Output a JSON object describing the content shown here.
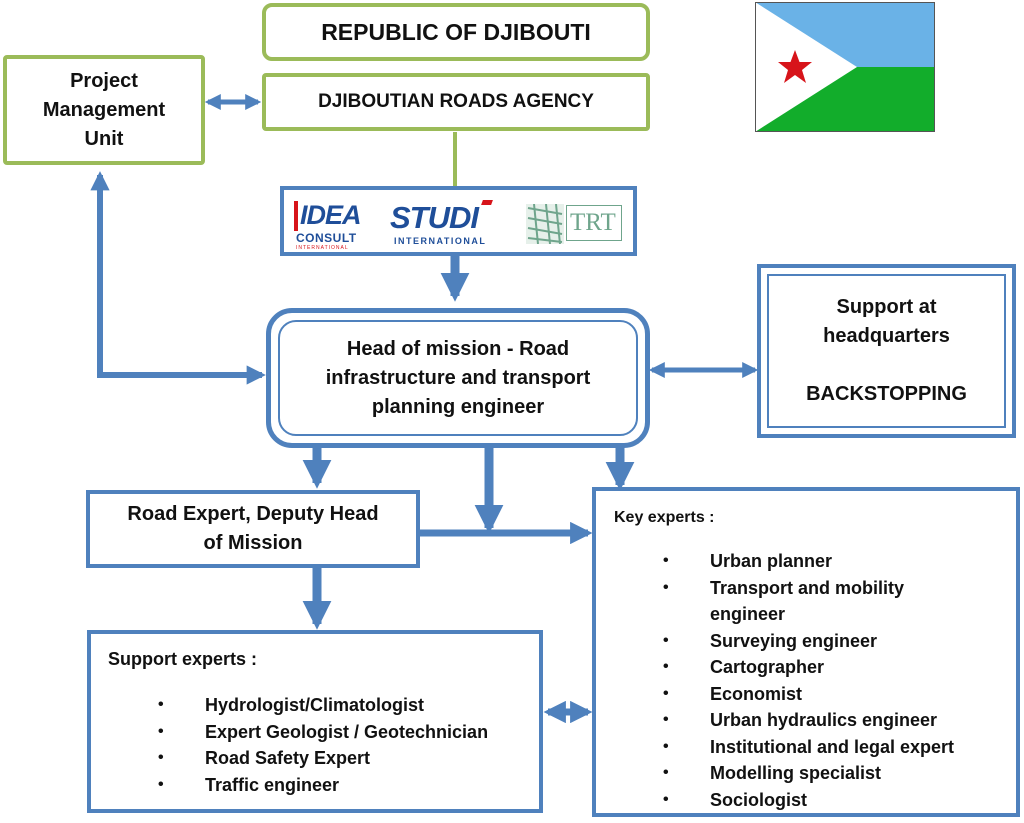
{
  "top": {
    "republic": "REPUBLIC OF DJIBOUTI",
    "agency": "DJIBOUTIAN ROADS AGENCY",
    "pmu": [
      "Project",
      "Management",
      "Unit"
    ]
  },
  "flag": {
    "colors": {
      "sky": "#6ab2e7",
      "green": "#12ad2b",
      "star": "#d7141a",
      "white": "#ffffff"
    }
  },
  "consortium": {
    "idea_word": "IDEA",
    "idea_sub": "CONSULT",
    "idea_tiny": "INTERNATIONAL",
    "studi_word": "STUDI",
    "studi_sub": "INTERNATIONAL",
    "trt_word": "TRT"
  },
  "head": [
    "Head of mission - Road",
    "infrastructure and transport",
    "planning engineer"
  ],
  "support_hq": [
    "Support at",
    "headquarters",
    "BACKSTOPPING"
  ],
  "deputy": [
    "Road Expert, Deputy Head",
    "of Mission"
  ],
  "support_experts": {
    "title": "Support experts :",
    "items": [
      "Hydrologist/Climatologist",
      "Expert Geologist / Geotechnician",
      "Road Safety Expert",
      "Traffic engineer"
    ]
  },
  "key_experts": {
    "title": "Key experts :",
    "items": [
      {
        "l1": "Urban planner"
      },
      {
        "l1": "Transport and mobility",
        "l2": "engineer"
      },
      {
        "l1": "Surveying engineer"
      },
      {
        "l1": "Cartographer"
      },
      {
        "l1": "Economist"
      },
      {
        "l1": "Urban hydraulics engineer"
      },
      {
        "l1": "Institutional and legal expert"
      },
      {
        "l1": "Modelling specialist"
      },
      {
        "l1": "Sociologist"
      }
    ]
  },
  "colors": {
    "green_border": "#9bbb59",
    "blue_border": "#4f81bd",
    "arrow": "#4f81bd"
  }
}
